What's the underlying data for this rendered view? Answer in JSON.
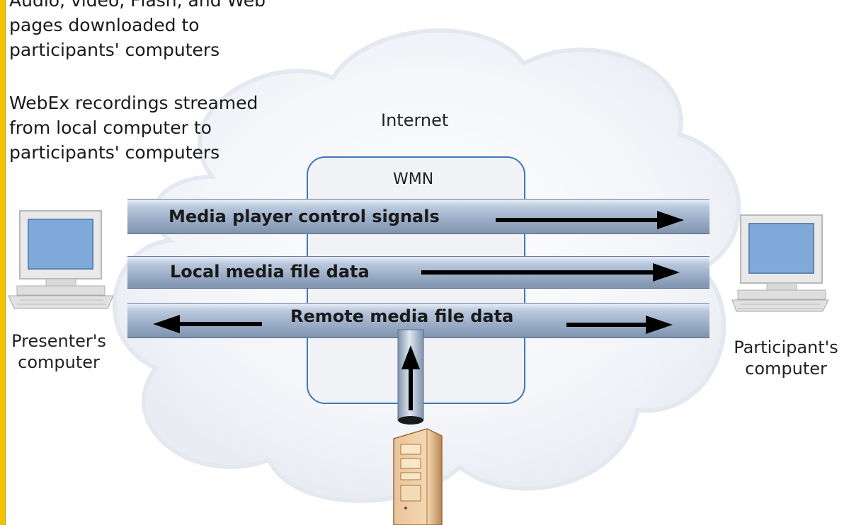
{
  "notes": {
    "downloaded": "Audio, video, Flash, and Web\npages downloaded to\nparticipants' computers",
    "streamed": "WebEx recordings streamed\nfrom local computer to\nparticipants' computers"
  },
  "network": {
    "internet_label": "Internet",
    "wmn_label": "WMN"
  },
  "pipes": {
    "control": "Media player control signals",
    "local": "Local media file data",
    "remote": "Remote media file data"
  },
  "computers": {
    "presenter": "Presenter's\ncomputer",
    "participant": "Participant's\ncomputer"
  },
  "colors": {
    "accent_rule": "#f2c200",
    "wmn_border": "#3f78b8",
    "arrow": "#000000"
  }
}
